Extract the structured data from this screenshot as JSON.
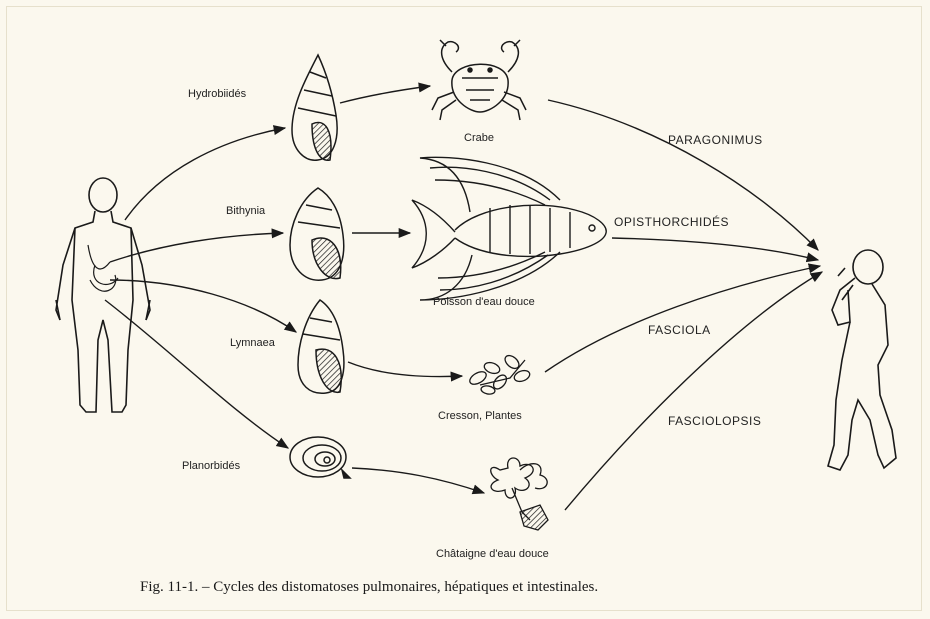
{
  "figure": {
    "caption": "Fig. 11-1. – Cycles des distomatoses pulmonaires, hépatiques et intestinales."
  },
  "hosts": {
    "snail_1": "Hydrobiidés",
    "snail_2": "Bithynia",
    "snail_3": "Lymnaea",
    "snail_4": "Planorbidés"
  },
  "second_hosts": {
    "crab": "Crabe",
    "fish": "Poisson d'eau douce",
    "cress": "Cresson, Plantes",
    "chestnut": "Châtaigne d'eau douce"
  },
  "parasites": {
    "paragonimus": "PARAGONIMUS",
    "opisthorchides": "OPISTHORCHIDÉS",
    "fasciola": "FASCIOLA",
    "fasciolopsis": "FASCIOLOPSIS"
  },
  "colors": {
    "ink": "#1a1a1a",
    "paper": "#fbf8ee"
  }
}
